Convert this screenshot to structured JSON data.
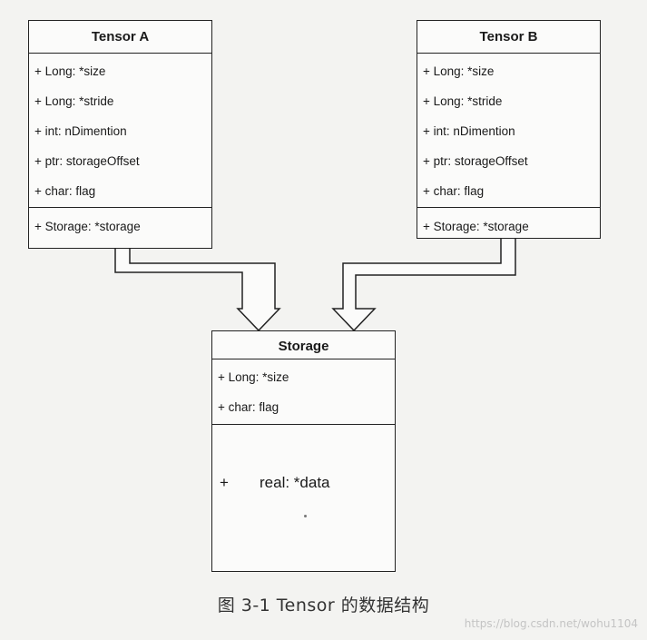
{
  "tensor_a": {
    "title": "Tensor A",
    "attributes": [
      "+ Long: *size",
      "+ Long: *stride",
      "+ int:  nDimention",
      "+ ptr: storageOffset",
      "+ char: flag"
    ],
    "operation": "+ Storage: *storage"
  },
  "tensor_b": {
    "title": "Tensor B",
    "attributes": [
      "+ Long: *size",
      "+ Long: *stride",
      "+ int:  nDimention",
      "+ ptr: storageOffset",
      "+ char: flag"
    ],
    "operation": "+ Storage: *storage"
  },
  "storage": {
    "title": "Storage",
    "attributes": [
      "+ Long: *size",
      "+ char: flag"
    ],
    "data_plus": "+",
    "data_label": "real: *data"
  },
  "caption": "图 3-1    Tensor 的数据结构",
  "watermark": "https://blog.csdn.net/wohu1104",
  "colors": {
    "line": "#222222",
    "background": "#f3f3f1",
    "box": "#fbfbfa"
  }
}
